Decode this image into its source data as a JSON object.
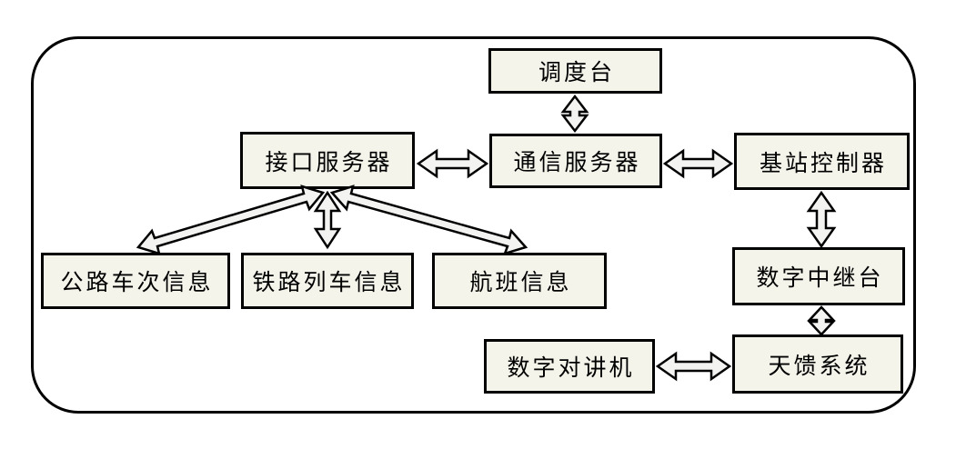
{
  "diagram": {
    "nodes": {
      "dispatch_console": {
        "label": "调度台"
      },
      "interface_server": {
        "label": "接口服务器"
      },
      "comm_server": {
        "label": "通信服务器"
      },
      "base_station_controller": {
        "label": "基站控制器"
      },
      "road_bus_info": {
        "label": "公路车次信息"
      },
      "rail_train_info": {
        "label": "铁路列车信息"
      },
      "flight_info": {
        "label": "航班信息"
      },
      "digital_repeater": {
        "label": "数字中继台"
      },
      "digital_radio": {
        "label": "数字对讲机"
      },
      "antenna_feeder_system": {
        "label": "天馈系统"
      }
    },
    "edges": [
      {
        "from": "调度台",
        "to": "通信服务器",
        "direction": "bidirectional"
      },
      {
        "from": "接口服务器",
        "to": "通信服务器",
        "direction": "bidirectional"
      },
      {
        "from": "通信服务器",
        "to": "基站控制器",
        "direction": "bidirectional"
      },
      {
        "from": "基站控制器",
        "to": "数字中继台",
        "direction": "bidirectional"
      },
      {
        "from": "数字中继台",
        "to": "天馈系统",
        "direction": "bidirectional"
      },
      {
        "from": "数字对讲机",
        "to": "天馈系统",
        "direction": "bidirectional"
      },
      {
        "from": "接口服务器",
        "to": "公路车次信息",
        "direction": "bidirectional"
      },
      {
        "from": "接口服务器",
        "to": "铁路列车信息",
        "direction": "bidirectional"
      },
      {
        "from": "接口服务器",
        "to": "航班信息",
        "direction": "bidirectional"
      }
    ],
    "colors": {
      "background": "#ffffff",
      "frame_border": "#000000",
      "box_fill": "#f5f4ea",
      "box_border": "#000000",
      "arrow_fill": "#f3f3f1",
      "arrow_stroke": "#000000",
      "text": "#000000"
    }
  }
}
